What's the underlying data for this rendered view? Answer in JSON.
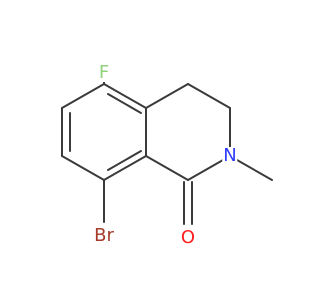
{
  "molecule": {
    "atoms": {
      "fluorine": {
        "label": "F",
        "color": "#8fd17d"
      },
      "bromine": {
        "label": "Br",
        "color": "#a63a2a"
      },
      "oxygen": {
        "label": "O",
        "color": "#ff1f1f"
      },
      "nitrogen": {
        "label": "N",
        "color": "#2f3dff"
      }
    },
    "bond_color": "#3a3a3a"
  }
}
